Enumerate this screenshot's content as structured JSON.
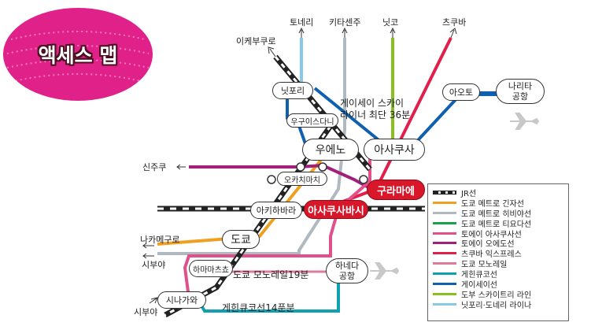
{
  "title": "액세스 맵",
  "colors": {
    "jr": "#222222",
    "ginza": "#f0a020",
    "hibiya": "#b0b8c0",
    "tozai": "#1aa04a",
    "tei_asakusa": "#e0508a",
    "tei_oedo": "#a0207a",
    "tsukuba": "#e0204a",
    "monorail": "#e07a9a",
    "keikyu": "#10a0b0",
    "keisei": "#1060b0",
    "tobu": "#88c020",
    "nippori_toneri": "#88c8e8"
  },
  "stations": {
    "nippori": "닛포리",
    "uguisudani": "우구이스다니",
    "ueno": "우에노",
    "asakusa": "아사쿠사",
    "okachimachi": "오카치마치",
    "akihabara": "아키하바라",
    "asakusabashi": "아사쿠사바시",
    "kuramae": "구라마에",
    "tokyo": "도쿄",
    "hamamatsucho": "하마마츠쵸",
    "shinagawa": "시나가와",
    "aoto": "아오토",
    "narita": "나리타\n공항",
    "haneda": "하네다\n공항"
  },
  "labels": {
    "ikebukuro": "이케부쿠로",
    "toneri": "토네리",
    "kitasenju": "키타센주",
    "nikko": "닛코",
    "tsukuba": "츠쿠바",
    "shinjuku": "신주쿠",
    "nakameguro": "나카메구로",
    "shibuya1": "시부야",
    "shibuya2": "시부야",
    "skyliner": "게이세이 스카이\n라이너 최단 36분",
    "monorail_time": "도쿄 모노레일19분",
    "keikyu_time": "게힌큐코선14푼분"
  },
  "legend": [
    {
      "label": "JR선",
      "color": "#222222",
      "jr": true
    },
    {
      "label": "도쿄 메트로 긴자선",
      "color": "#f0a020"
    },
    {
      "label": "도쿄 메트로 히비야선",
      "color": "#b0b8c0"
    },
    {
      "label": "도쿄 메트로 티요다선",
      "color": "#1aa04a"
    },
    {
      "label": "토에이 아사쿠사선",
      "color": "#e0508a"
    },
    {
      "label": "토에이 오에도선",
      "color": "#a0207a"
    },
    {
      "label": "츠쿠바 익스프레스",
      "color": "#e0204a"
    },
    {
      "label": "도쿄 모노레일",
      "color": "#e07a9a"
    },
    {
      "label": "게힌큐코선",
      "color": "#10a0b0"
    },
    {
      "label": "게이세이선",
      "color": "#1060b0"
    },
    {
      "label": "도부 스카이트리 라인",
      "color": "#88c020"
    },
    {
      "label": "닛포리·도네리 라이나",
      "color": "#88c8e8"
    }
  ]
}
